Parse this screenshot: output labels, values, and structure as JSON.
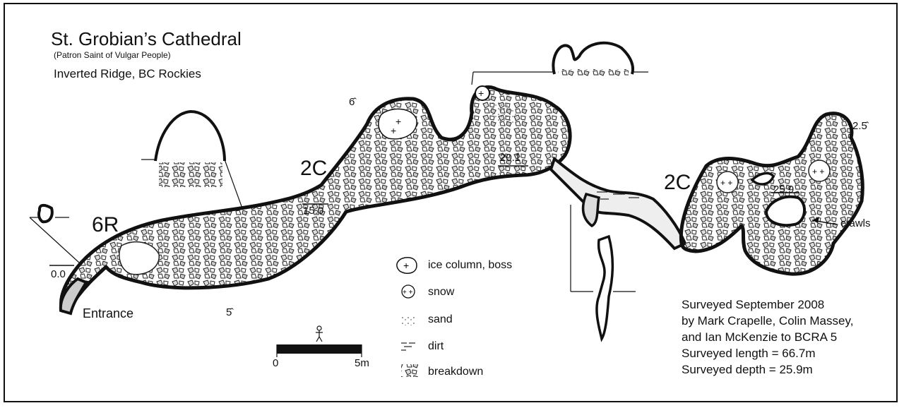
{
  "map": {
    "title": "St. Grobian’s Cathedral",
    "subtitle": "(Patron Saint of Vulgar People)",
    "location": "Inverted Ridge, BC Rockies"
  },
  "station_labels": {
    "s0": "0.0",
    "s15": "15.0",
    "s20": "20.1",
    "s25": "25.9",
    "hat6": "6̂",
    "hat5": "5̂",
    "hat2_5": "2.5̂"
  },
  "passage_labels": {
    "p6r": "6R",
    "p2c_a": "2C",
    "p2c_b": "2C"
  },
  "feature_labels": {
    "entrance": "Entrance",
    "crawls": "crawls"
  },
  "scale": {
    "start": "0",
    "end": "5m"
  },
  "legend": [
    {
      "icon": "ice-column-icon",
      "label": "ice column, boss"
    },
    {
      "icon": "snow-icon",
      "label": "snow"
    },
    {
      "icon": "sand-icon",
      "label": "sand"
    },
    {
      "icon": "dirt-icon",
      "label": "dirt"
    },
    {
      "icon": "breakdown-icon",
      "label": "breakdown"
    }
  ],
  "credits": {
    "line1": "Surveyed September 2008",
    "line2": "by Mark Crapelle, Colin Massey,",
    "line3": "and Ian McKenzie to BCRA 5",
    "line4": "Surveyed length = 66.7m",
    "line5": "Surveyed depth = 25.9m"
  }
}
